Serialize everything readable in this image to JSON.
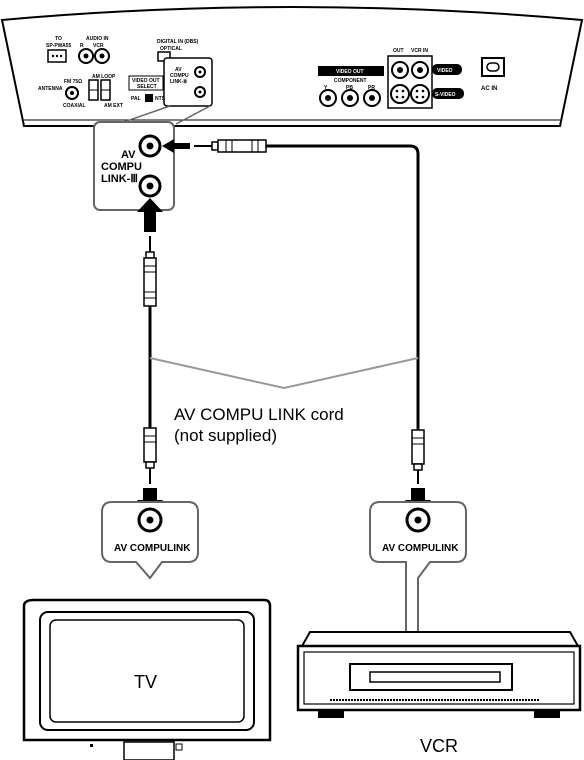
{
  "rear_panel": {
    "to_speaker": "TO",
    "speaker_model": "SP-PWA55",
    "audio_in": "AUDIO IN",
    "audio_in_r": "R",
    "audio_in_vcr": "VCR",
    "digital_in": "DIGITAL IN (DBS)",
    "optical": "OPTICAL",
    "fm_75": "FM 75Ω",
    "coaxial": "COAXIAL",
    "antenna": "ANTENNA",
    "am_loop": "AM LOOP",
    "am_ext": "AM EXT",
    "video_out_select": "VIDEO OUT",
    "select": "SELECT",
    "pal": "PAL",
    "ntsc": "NTSC",
    "av_jack_1": "AV",
    "av_jack_2": "COMPU",
    "av_jack_3": "LINK-Ⅲ",
    "video_out": "VIDEO OUT",
    "component": "COMPONENT",
    "y": "Y",
    "pb": "PB",
    "pr": "PR",
    "out": "OUT",
    "vcr_in": "VCR IN",
    "video": "VIDEO",
    "s_video": "S-VIDEO",
    "ac_in": "AC IN"
  },
  "zoom_panel": {
    "line1": "AV",
    "line2": "COMPU",
    "line3": "LINK-Ⅲ"
  },
  "cord_label": {
    "line1": "AV COMPU LINK cord",
    "line2": "(not supplied)"
  },
  "tv_callout": "AV COMPULINK",
  "vcr_callout": "AV COMPULINK",
  "tv_label": "TV",
  "vcr_label": "VCR",
  "colors": {
    "line": "#000000",
    "panel_fill": "#ffffff",
    "callout_stroke": "#555555",
    "bracket": "#888888"
  }
}
